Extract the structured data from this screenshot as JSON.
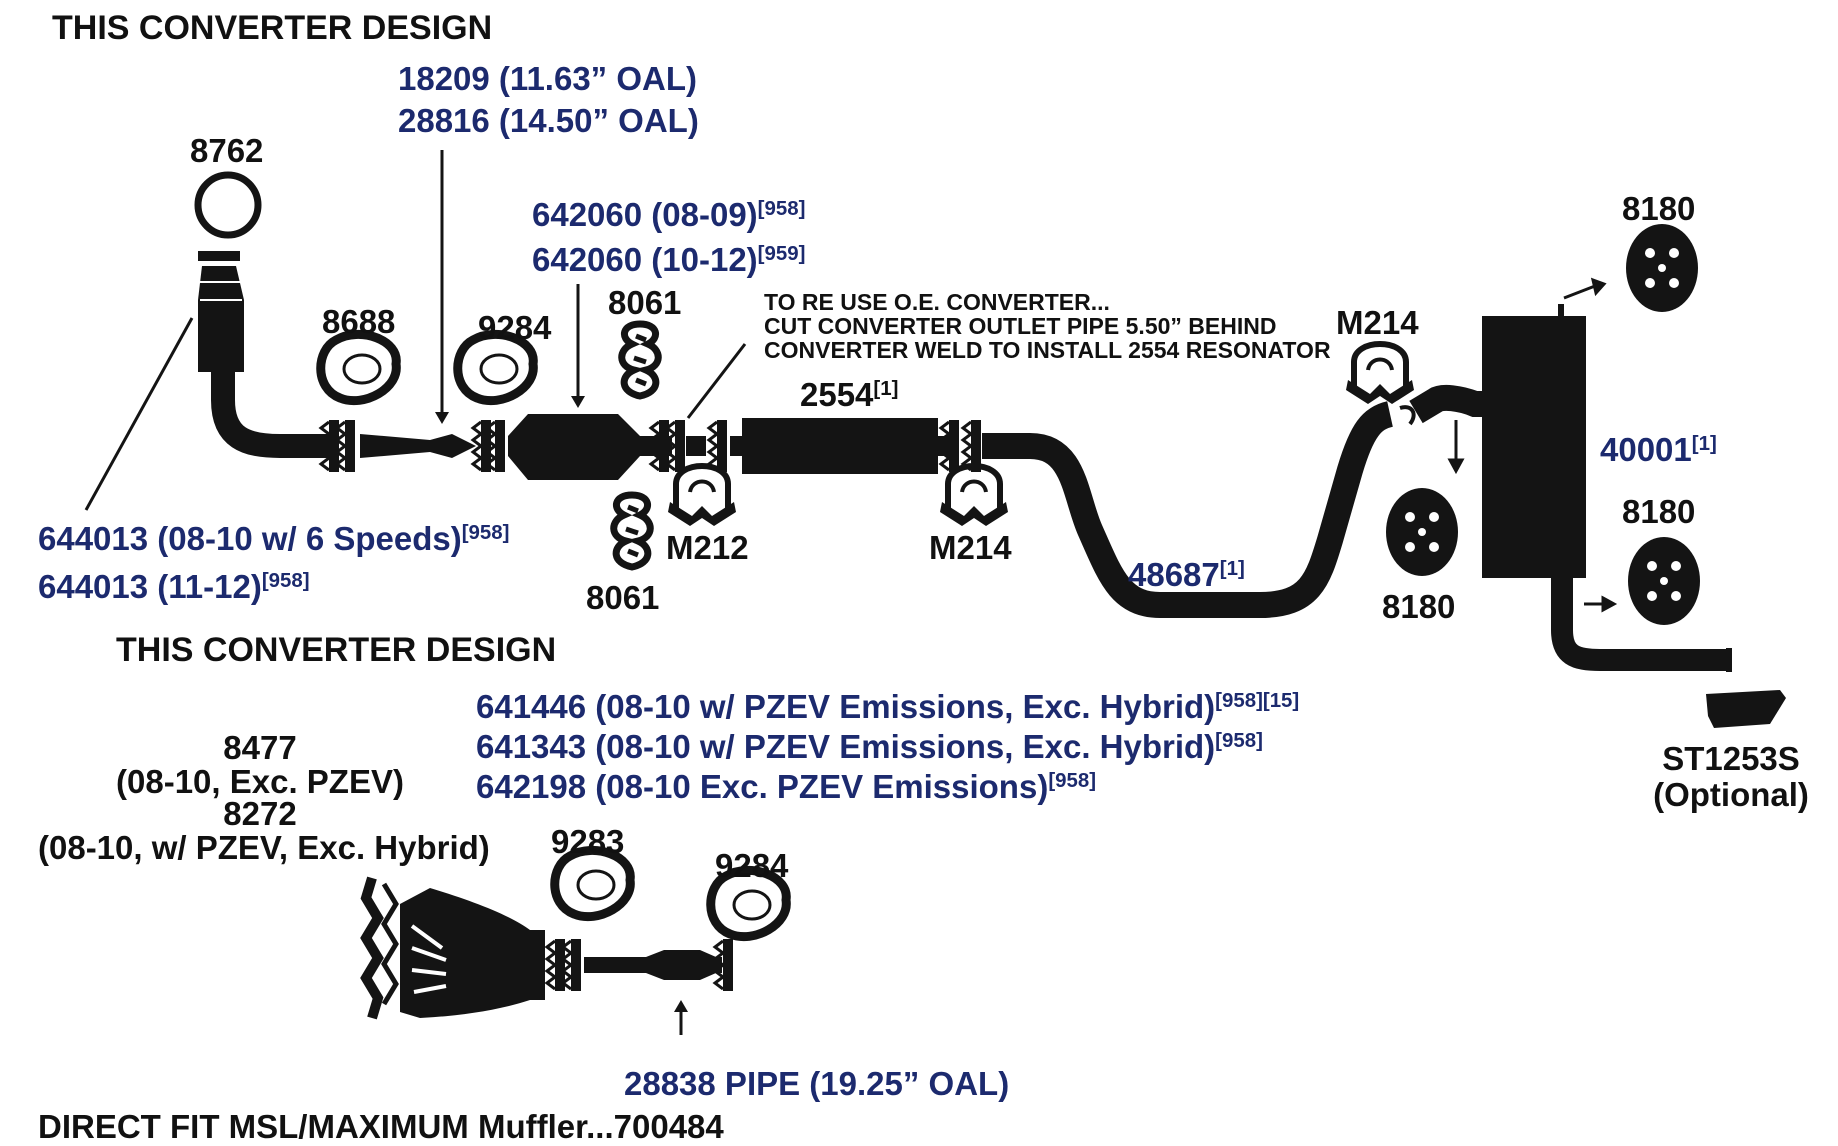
{
  "headings": {
    "top": "THIS CONVERTER DESIGN",
    "bottom": "THIS CONVERTER DESIGN",
    "footer": "DIRECT FIT MSL/MAXIMUM Muffler...700484"
  },
  "labels": {
    "p8762": "8762",
    "p18209": "18209 (11.63” OAL)",
    "p28816": "28816 (14.50” OAL)",
    "p642060a": "642060 (08-09)",
    "p642060a_ref": "[958]",
    "p642060b": "642060 (10-12)",
    "p642060b_ref": "[959]",
    "p8688": "8688",
    "p9284_top": "9284",
    "p8061_top": "8061",
    "p8061_bottom": "8061",
    "note_line1": "TO RE USE O.E. CONVERTER...",
    "note_line2": "CUT CONVERTER OUTLET PIPE 5.50” BEHIND",
    "note_line3": "CONVERTER WELD TO INSTALL 2554 RESONATOR",
    "p2554": "2554",
    "p2554_ref": "[1]",
    "pM214_top": "M214",
    "pM214_mid": "M214",
    "pM212": "M212",
    "p8180_top": "8180",
    "p8180_mid": "8180",
    "p8180_low": "8180",
    "p40001": "40001",
    "p40001_ref": "[1]",
    "p48687": "48687",
    "p48687_ref": "[1]",
    "p644013a": "644013 (08-10 w/ 6 Speeds)",
    "p644013a_ref": "[958]",
    "p644013b": "644013 (11-12)",
    "p644013b_ref": "[958]",
    "pST1253S": "ST1253S",
    "pST1253S_note": "(Optional)",
    "p641446": "641446 (08-10 w/ PZEV Emissions, Exc. Hybrid)",
    "p641446_ref": "[958][15]",
    "p641343": "641343 (08-10 w/ PZEV Emissions, Exc. Hybrid)",
    "p641343_ref": "[958]",
    "p642198": "642198 (08-10 Exc. PZEV Emissions)",
    "p642198_ref": "[958]",
    "p8477": "8477",
    "p8477_note": "(08-10, Exc. PZEV)",
    "p8272": "8272",
    "p8272_note": "(08-10, w/ PZEV, Exc. Hybrid)",
    "p9283": "9283",
    "p9284_bottom": "9284",
    "p28838": "28838 PIPE (19.25” OAL)"
  },
  "colors": {
    "text_black": "#111111",
    "text_blue": "#1c2a6e",
    "part_fill": "#141414",
    "background": "#ffffff"
  },
  "icons": [
    "gasket-icon",
    "exhaust-hanger-icon",
    "rubber-isolator-icon",
    "u-bolt-clamp-icon",
    "flange-ring-gasket-icon",
    "exhaust-tip-icon"
  ]
}
